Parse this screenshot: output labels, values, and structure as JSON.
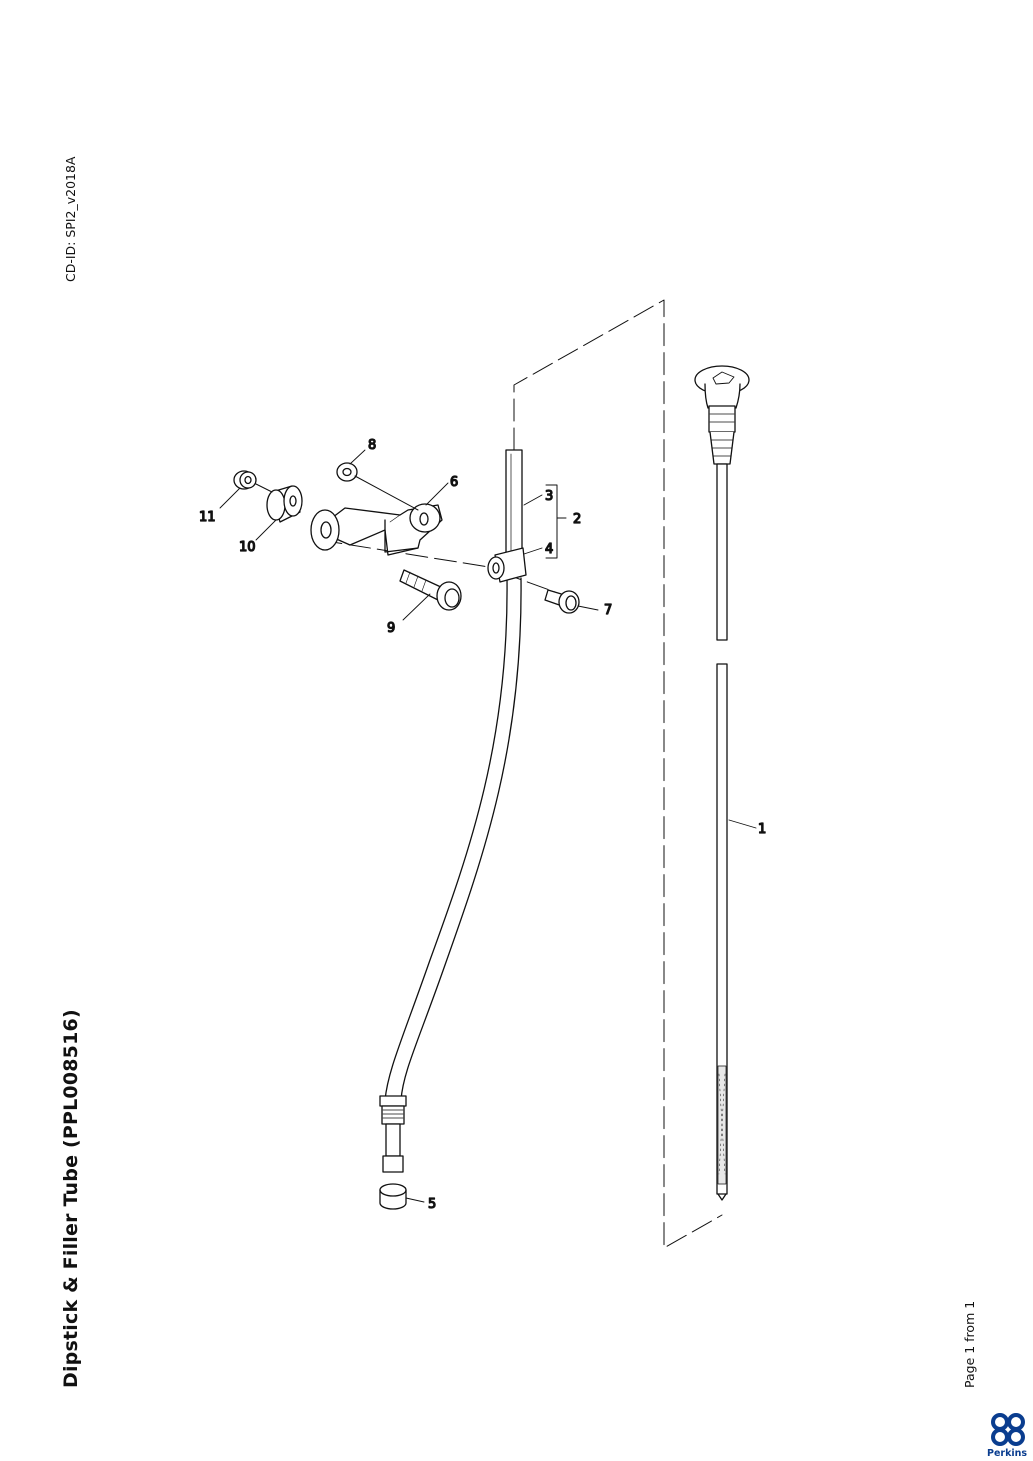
{
  "page": {
    "title": "Dipstick & Filler Tube (PPL008516)",
    "cd_id": "CD-ID: SPI2_v2018A",
    "page_label": "Page 1 from 1",
    "logo_text": "Perkins",
    "brand_color": "#0a3d8f"
  },
  "diagram": {
    "callouts": [
      {
        "id": "1",
        "label": "1"
      },
      {
        "id": "2",
        "label": "2"
      },
      {
        "id": "3",
        "label": "3"
      },
      {
        "id": "4",
        "label": "4"
      },
      {
        "id": "5",
        "label": "5"
      },
      {
        "id": "6",
        "label": "6"
      },
      {
        "id": "7",
        "label": "7"
      },
      {
        "id": "8",
        "label": "8"
      },
      {
        "id": "9",
        "label": "9"
      },
      {
        "id": "10",
        "label": "10"
      },
      {
        "id": "11",
        "label": "11"
      }
    ]
  }
}
